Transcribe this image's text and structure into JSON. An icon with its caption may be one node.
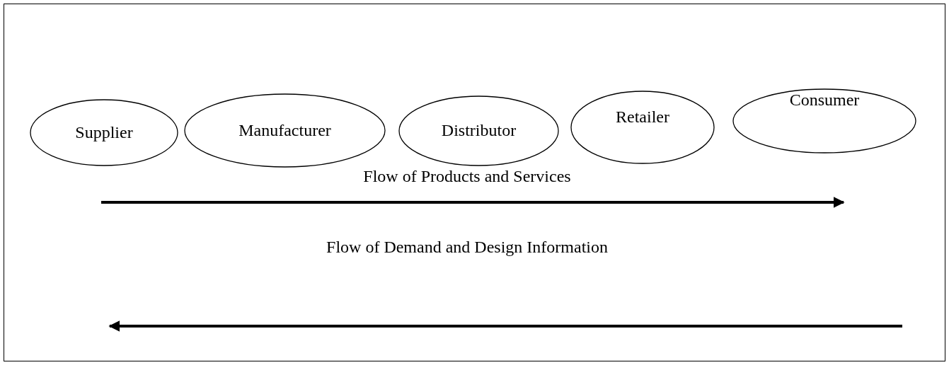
{
  "diagram": {
    "nodes": [
      {
        "text": [
          "Supplier"
        ]
      },
      {
        "text": [
          "Manufacturer"
        ]
      },
      {
        "text": [
          "Distributor"
        ]
      },
      {
        "text": [
          "Retailer"
        ]
      },
      {
        "text": [
          "Consumer"
        ]
      }
    ],
    "labels": [
      "Flow of Products and Services",
      "Flow of Demand and Design Information"
    ]
  }
}
